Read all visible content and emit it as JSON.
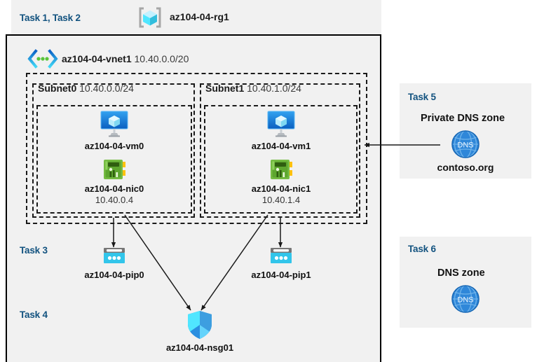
{
  "diagram": {
    "title": "Azure AZ-104 Lab 04 architecture",
    "colors": {
      "panel_bg": "#f1f1f1",
      "task_label": "#12527f",
      "border": "#000000",
      "vm_icon": "#1b7fe0",
      "nic_icon": "#6aad3d",
      "pip_icon": "#35c1e8",
      "nsg_icon": "#34c6f4",
      "dns_icon": "#2b7fd4",
      "rg_icon": "#50e6ff",
      "vnet_icon": "#0078d4"
    }
  },
  "header": {
    "task_label": "Task 1, Task 2",
    "icon": "resource-group-icon",
    "resource_group": "az104-04-rg1"
  },
  "vnet": {
    "icon": "virtual-network-icon",
    "name": "az104-04-vnet1",
    "cidr": "10.40.0.0/20"
  },
  "subnets": [
    {
      "name": "Subnet0",
      "cidr": "10.40.0.0/24",
      "vm": {
        "icon": "virtual-machine-icon",
        "name": "az104-04-vm0"
      },
      "nic": {
        "icon": "network-interface-icon",
        "name": "az104-04-nic0",
        "ip": "10.40.0.4"
      }
    },
    {
      "name": "Subnet1",
      "cidr": "10.40.1.0/24",
      "vm": {
        "icon": "virtual-machine-icon",
        "name": "az104-04-vm1"
      },
      "nic": {
        "icon": "network-interface-icon",
        "name": "az104-04-nic1",
        "ip": "10.40.1.4"
      }
    }
  ],
  "task3": {
    "task_label": "Task 3",
    "public_ips": [
      {
        "icon": "public-ip-address-icon",
        "name": "az104-04-pip0"
      },
      {
        "icon": "public-ip-address-icon",
        "name": "az104-04-pip1"
      }
    ]
  },
  "task4": {
    "task_label": "Task 4",
    "nsg": {
      "icon": "network-security-group-icon",
      "name": "az104-04-nsg01"
    }
  },
  "task5": {
    "task_label": "Task 5",
    "zone_title": "Private DNS zone",
    "icon": "dns-zone-icon",
    "zone_name": "contoso.org"
  },
  "task6": {
    "task_label": "Task 6",
    "zone_title": "DNS zone",
    "icon": "dns-zone-icon"
  }
}
